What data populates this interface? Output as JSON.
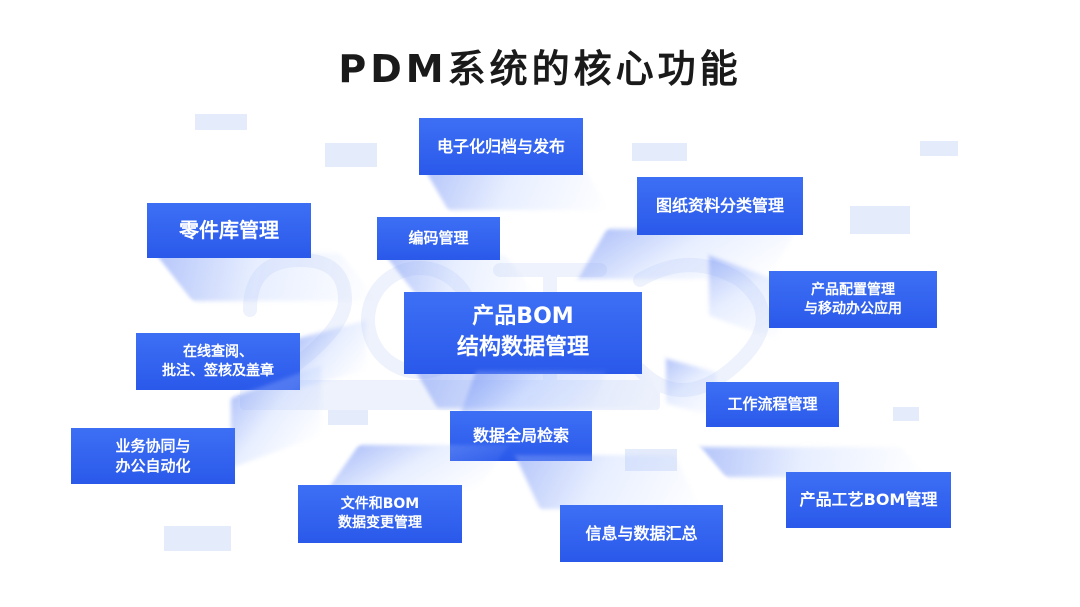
{
  "title": "PDM系统的核心功能",
  "center": {
    "line1": "产品BOM",
    "line2": "结构数据管理"
  },
  "nodes": {
    "parts_library": "零件库管理",
    "coding": "编码管理",
    "archive_release": "电子化归档与发布",
    "drawing_classification": "图纸资料分类管理",
    "product_config": {
      "line1": "产品配置管理",
      "line2": "与移动办公应用"
    },
    "online_review": {
      "line1": "在线查阅、",
      "line2": "批注、签核及盖章"
    },
    "workflow": "工作流程管理",
    "collaboration": {
      "line1": "业务协同与",
      "line2": "办公自动化"
    },
    "global_search": "数据全局检索",
    "file_bom_change": {
      "line1": "文件和BOM",
      "line2": "数据变更管理"
    },
    "info_summary": "信息与数据汇总",
    "process_bom": "产品工艺BOM管理"
  },
  "colors": {
    "card_top": "#3d6ff5",
    "card_bottom": "#2a59ea",
    "deco": "#e4ebfb",
    "title": "#1a1a1a"
  }
}
